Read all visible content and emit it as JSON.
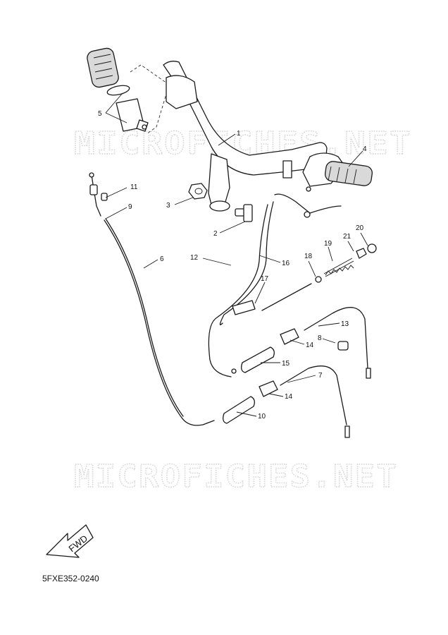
{
  "watermark": {
    "text": "MICROFICHES.NET"
  },
  "diagram_code": "5FXE352-0240",
  "fwd_label": "FWD",
  "callouts": [
    {
      "id": "1",
      "label": "1"
    },
    {
      "id": "2",
      "label": "2"
    },
    {
      "id": "3",
      "label": "3"
    },
    {
      "id": "4",
      "label": "4"
    },
    {
      "id": "5",
      "label": "5"
    },
    {
      "id": "6",
      "label": "6"
    },
    {
      "id": "7",
      "label": "7"
    },
    {
      "id": "8",
      "label": "8"
    },
    {
      "id": "9",
      "label": "9"
    },
    {
      "id": "10",
      "label": "10"
    },
    {
      "id": "11",
      "label": "11"
    },
    {
      "id": "12",
      "label": "12"
    },
    {
      "id": "13",
      "label": "13"
    },
    {
      "id": "14a",
      "label": "14"
    },
    {
      "id": "14b",
      "label": "14"
    },
    {
      "id": "15",
      "label": "15"
    },
    {
      "id": "16",
      "label": "16"
    },
    {
      "id": "17",
      "label": "17"
    },
    {
      "id": "18",
      "label": "18"
    },
    {
      "id": "19",
      "label": "19"
    },
    {
      "id": "20",
      "label": "20"
    },
    {
      "id": "21",
      "label": "21"
    }
  ]
}
